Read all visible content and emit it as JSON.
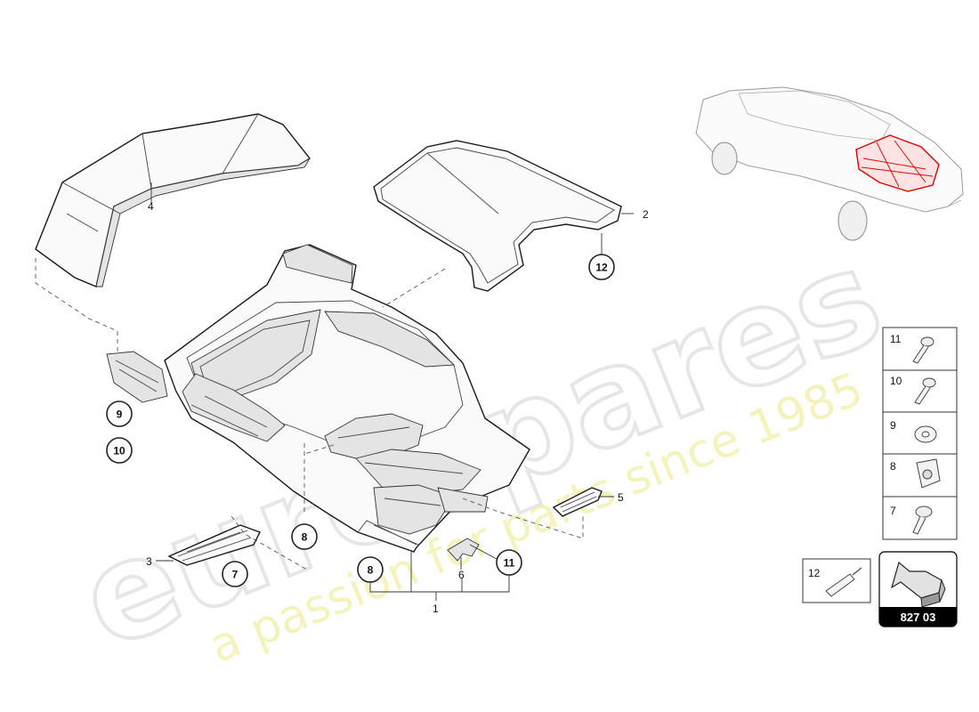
{
  "diagram": {
    "callouts": {
      "c1": "1",
      "c2": "2",
      "c3": "3",
      "c4": "4",
      "c5": "5",
      "c6": "6",
      "c7": "7",
      "c8a": "8",
      "c8b": "8",
      "c9": "9",
      "c10": "10",
      "c11": "11",
      "c12": "12"
    },
    "legend": {
      "items": [
        {
          "label": "11",
          "icon": "screw-icon"
        },
        {
          "label": "10",
          "icon": "screw-icon"
        },
        {
          "label": "9",
          "icon": "washer-icon"
        },
        {
          "label": "8",
          "icon": "clip-nut-icon"
        },
        {
          "label": "7",
          "icon": "screw-icon"
        }
      ],
      "sealant_label": "12",
      "page_code": "827 03"
    },
    "watermark": {
      "brand": "eurospares",
      "tagline": "a passion for parts since 1985"
    }
  }
}
